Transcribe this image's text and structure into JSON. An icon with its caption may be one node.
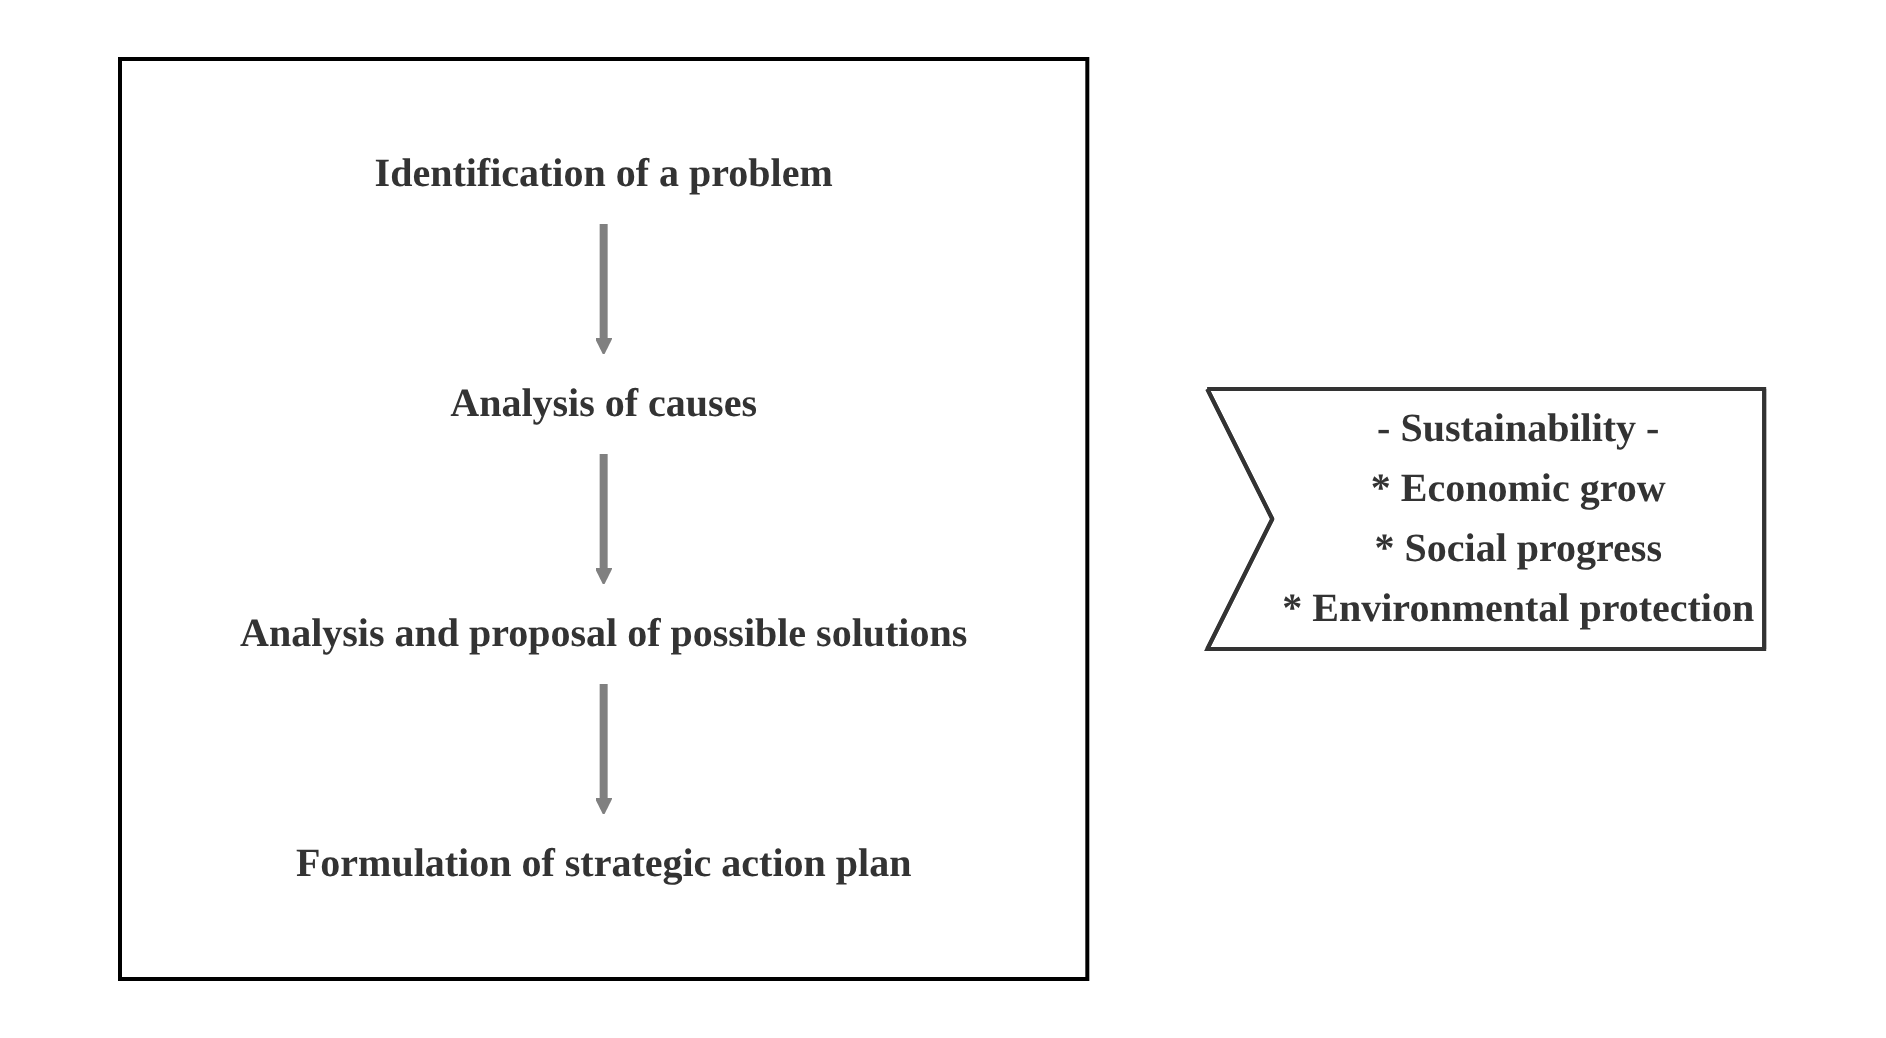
{
  "diagram": {
    "nodes": [
      {
        "text": [],
        "shape": "box"
      },
      {
        "text": [
          "Identification of a problem"
        ],
        "in": 0
      },
      {
        "text": [
          "Analysis of causes"
        ],
        "in": 0
      },
      {
        "text": [
          "Analysis and proposal of possible solutions"
        ],
        "in": 0
      },
      {
        "text": [
          "Formulation of strategic action plan"
        ],
        "in": 0
      },
      {
        "text": [
          "- Sustainability -",
          "* Economic grow",
          "* Social progress",
          "* Environmental protection"
        ]
      }
    ],
    "edges": [
      {
        "from": 1,
        "to": 2,
        "arrow": "to"
      },
      {
        "from": 2,
        "to": 3,
        "arrow": "to"
      },
      {
        "from": 3,
        "to": 4,
        "arrow": "to"
      }
    ]
  }
}
